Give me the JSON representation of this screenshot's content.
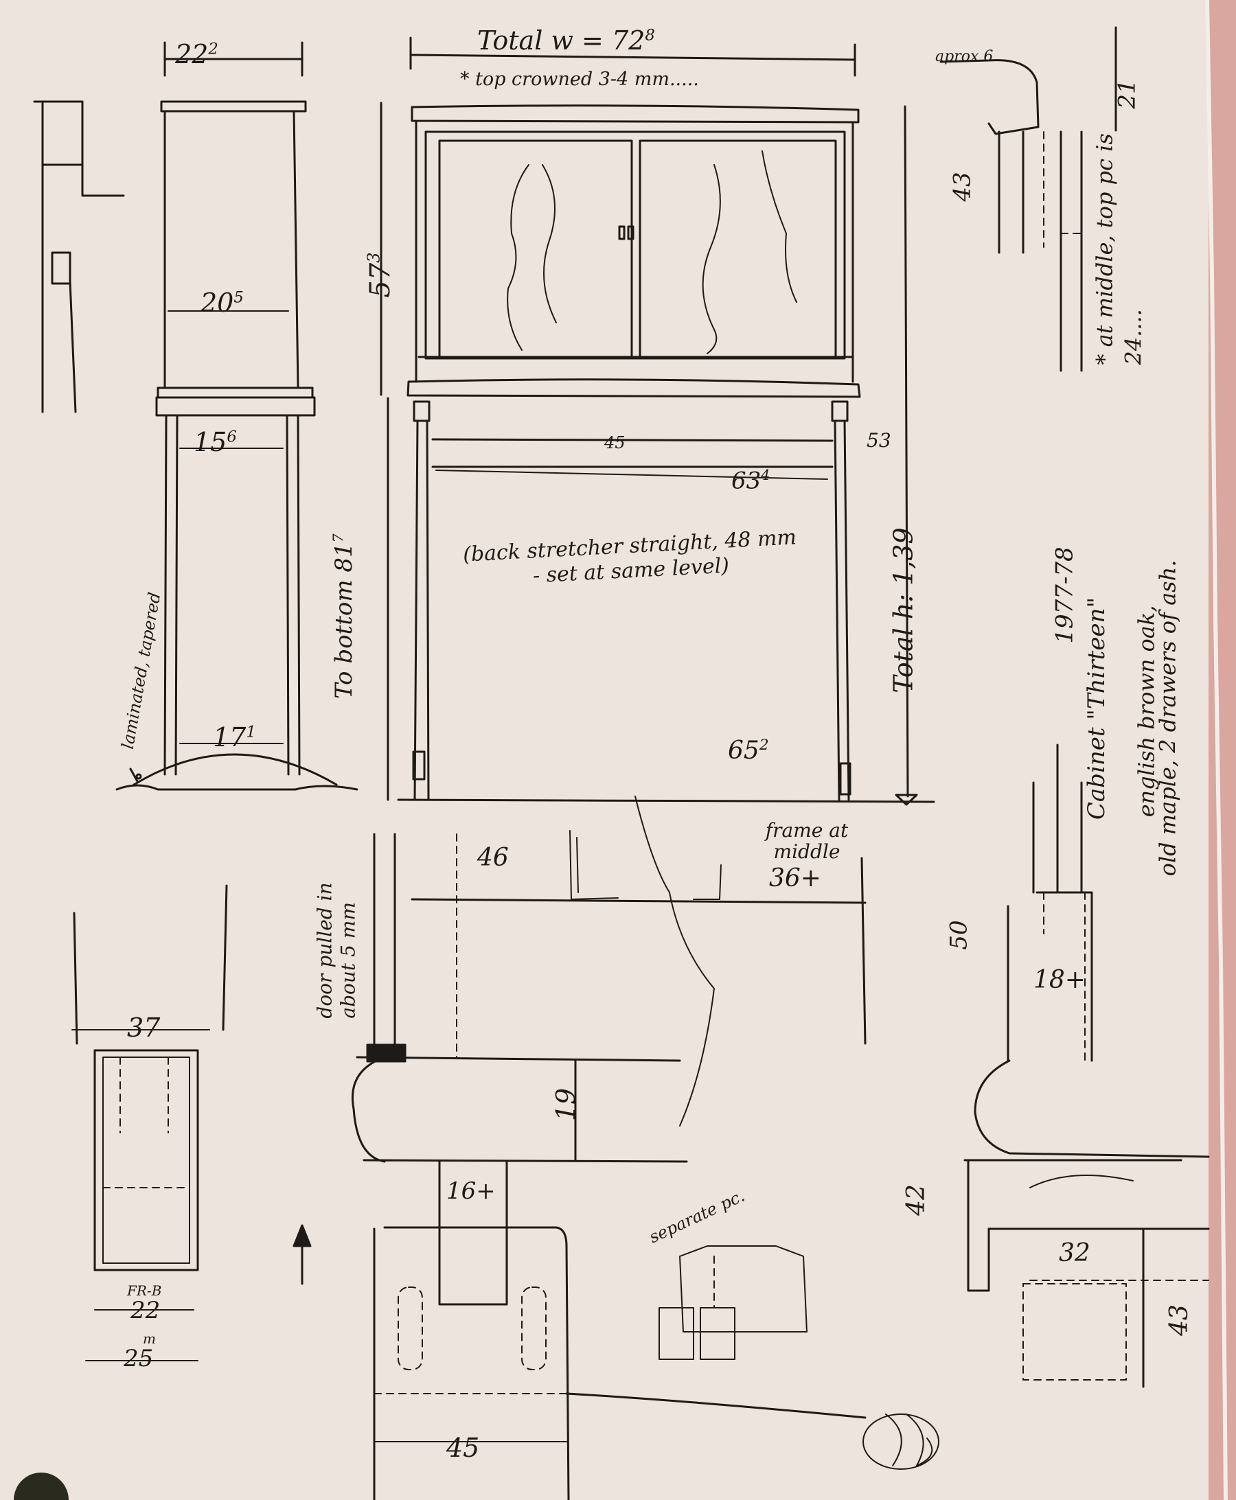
{
  "colors": {
    "paper": "#ece4dd",
    "ink": "#1f1a16",
    "edge": "#d9a6a0"
  },
  "labels": {
    "total_w": "Total w =",
    "total_w_val": "72",
    "total_w_sup": "8",
    "crowned": "* top crowned 3-4 mm.....",
    "side_top_w": "22",
    "side_top_sup": "2",
    "side_inner": "20",
    "side_inner_sup": "5",
    "side_leg": "15",
    "side_leg_sup": "6",
    "side_foot": "17",
    "side_foot_sup": "1",
    "laminated": "laminated, tapered",
    "h_cabinet": "57",
    "h_cabinet_sup": "3",
    "to_bottom": "To bottom 81",
    "to_bottom_sup": "7",
    "stretcher_h": "45",
    "apron_w": "63",
    "apron_w_sup": "4",
    "stretcher_gap": "53",
    "back_note": "(back stretcher straight, 48 mm - set at same level)",
    "total_h": "Total h: 1,39",
    "foot_w": "65",
    "foot_w_sup": "2",
    "aprox": "aprox 6",
    "top_21": "21",
    "top_43": "43",
    "middle_note": "* at middle, top pc is 24....",
    "cabinet_title": "Cabinet \"Thirteen\"",
    "cabinet_year": "1977-78",
    "material_1": "english brown oak,",
    "material_2": "old maple, 2 drawers of ash.",
    "d46": "46",
    "frame_note": "frame at middle",
    "d36": "36+",
    "door_note": "door pulled in about 5 mm",
    "d19": "19",
    "d16": "16+",
    "d45b": "45",
    "separate": "separate pc.",
    "d37": "37",
    "fr_b": "FR-B",
    "d22": "22",
    "m_unit": "m",
    "d25": "25",
    "d50": "50",
    "d18": "18+",
    "d42": "42",
    "d32": "32",
    "d43b": "43"
  }
}
